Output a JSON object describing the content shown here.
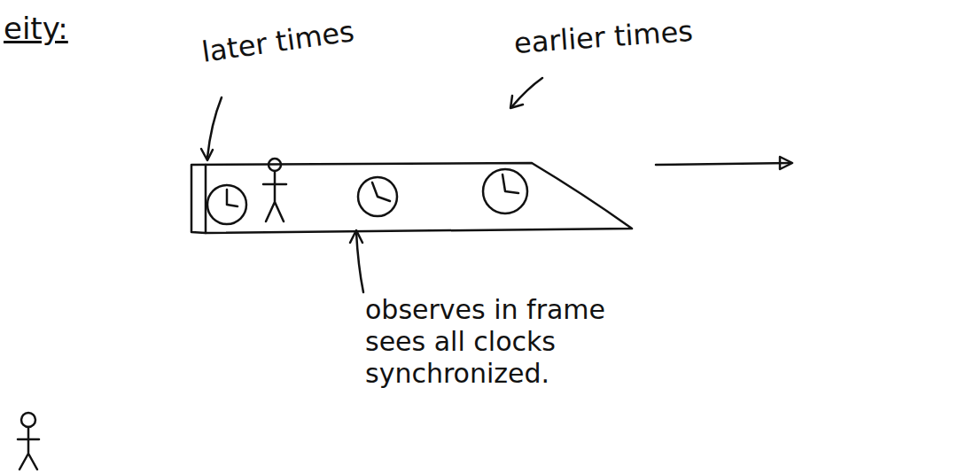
{
  "diagram": {
    "labels": [
      "eity:",
      "later times",
      "earlier times",
      "observes in frame sees all clocks synchronized."
    ]
  }
}
